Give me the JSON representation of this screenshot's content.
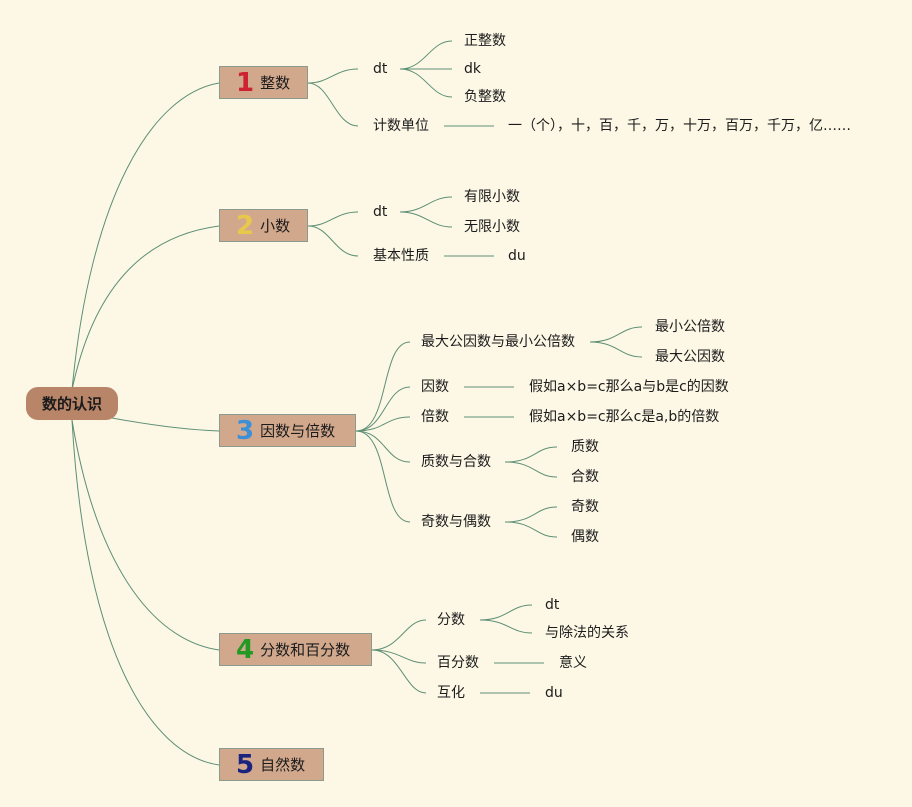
{
  "root": "数的认识",
  "branches": [
    {
      "num": "1",
      "label": "整数",
      "color": "#cc2233"
    },
    {
      "num": "2",
      "label": "小数",
      "color": "#e8c84a"
    },
    {
      "num": "3",
      "label": "因数与倍数",
      "color": "#3d8fd6"
    },
    {
      "num": "4",
      "label": "分数和百分数",
      "color": "#229922"
    },
    {
      "num": "5",
      "label": "自然数",
      "color": "#1a237e"
    }
  ],
  "integer": {
    "dt": "dt",
    "positive": "正整数",
    "dk": "dk",
    "negative": "负整数",
    "unit": "计数单位",
    "unit_list": "一（个），十，百，千，万，十万，百万，千万，亿……"
  },
  "decimal": {
    "dt": "dt",
    "finite": "有限小数",
    "infinite": "无限小数",
    "property": "基本性质",
    "property_value": "du"
  },
  "factor": {
    "gcd_lcm": "最大公因数与最小公倍数",
    "lcm": "最小公倍数",
    "gcd": "最大公因数",
    "factor": "因数",
    "factor_def": "假如a×b=c那么a与b是c的因数",
    "multiple": "倍数",
    "multiple_def": "假如a×b=c那么c是a,b的倍数",
    "prime_composite": "质数与合数",
    "prime": "质数",
    "composite": "合数",
    "odd_even": "奇数与偶数",
    "odd": "奇数",
    "even": "偶数"
  },
  "fraction": {
    "fraction": "分数",
    "dt": "dt",
    "division": "与除法的关系",
    "percent": "百分数",
    "meaning": "意义",
    "convert": "互化",
    "du": "du"
  }
}
